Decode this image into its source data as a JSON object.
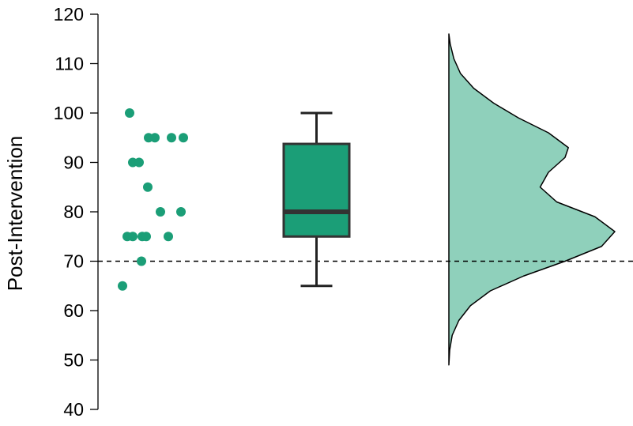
{
  "chart_data": {
    "type": "raincloud",
    "title": "",
    "xlabel": "",
    "ylabel": "Post-Intervention",
    "ylim": [
      40,
      120
    ],
    "yticks": [
      "40",
      "50",
      "60",
      "70",
      "80",
      "90",
      "100",
      "110",
      "120"
    ],
    "reference_line": 70,
    "color_points": "#1b9e77",
    "color_box": "#1b9e77",
    "color_density": "#8fd0bb",
    "points": [
      100,
      95,
      95,
      95,
      95,
      90,
      90,
      85,
      80,
      80,
      75,
      75,
      75,
      75,
      75,
      70,
      65
    ],
    "box": {
      "min": 65,
      "q1": 75,
      "median": 80,
      "q3": 93.75,
      "max": 100
    },
    "density": [
      [
        49,
        0
      ],
      [
        52,
        0.005
      ],
      [
        55,
        0.02
      ],
      [
        58,
        0.06
      ],
      [
        61,
        0.13
      ],
      [
        64,
        0.25
      ],
      [
        67,
        0.45
      ],
      [
        70,
        0.7
      ],
      [
        73,
        0.92
      ],
      [
        76,
        1.0
      ],
      [
        79,
        0.88
      ],
      [
        82,
        0.65
      ],
      [
        85,
        0.55
      ],
      [
        88,
        0.6
      ],
      [
        91,
        0.7
      ],
      [
        93,
        0.72
      ],
      [
        96,
        0.6
      ],
      [
        99,
        0.42
      ],
      [
        102,
        0.27
      ],
      [
        105,
        0.15
      ],
      [
        108,
        0.07
      ],
      [
        111,
        0.03
      ],
      [
        114,
        0.008
      ],
      [
        116,
        0
      ]
    ]
  }
}
